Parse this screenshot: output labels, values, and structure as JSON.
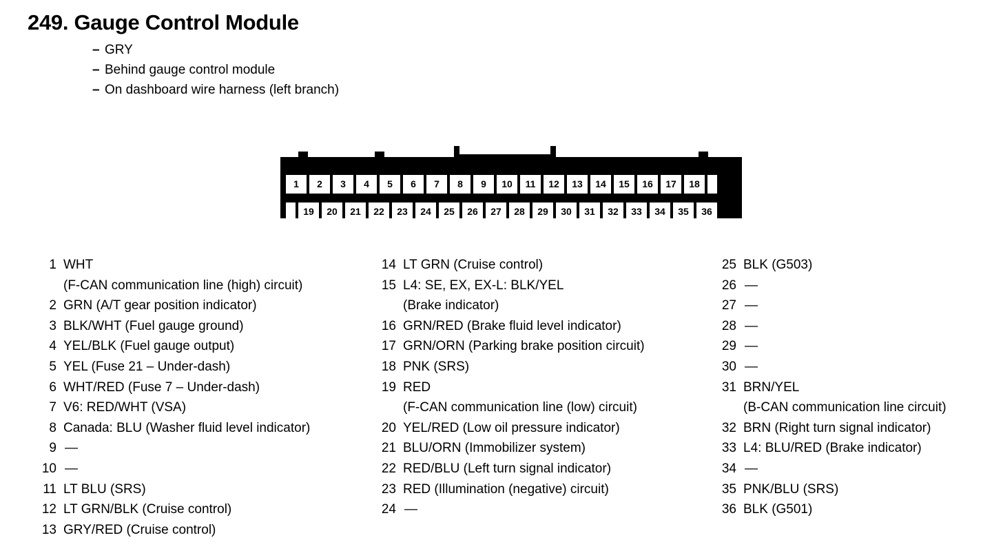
{
  "header": {
    "title": "249. Gauge Control Module",
    "dash": "–",
    "notes": [
      "GRY",
      "Behind gauge control module",
      "On dashboard wire harness (left branch)"
    ]
  },
  "connector": {
    "name": "36-pin connector",
    "top_row": [
      "1",
      "2",
      "3",
      "4",
      "5",
      "6",
      "7",
      "8",
      "9",
      "10",
      "11",
      "12",
      "13",
      "14",
      "15",
      "16",
      "17",
      "18"
    ],
    "bottom_row": [
      "19",
      "20",
      "21",
      "22",
      "23",
      "24",
      "25",
      "26",
      "27",
      "28",
      "29",
      "30",
      "31",
      "32",
      "33",
      "34",
      "35",
      "36"
    ],
    "color": "#000000"
  },
  "legend": {
    "empty_marker": "—",
    "columns": [
      {
        "entries": [
          {
            "num": "1",
            "text": "WHT",
            "cont": "(F-CAN communication line (high) circuit)"
          },
          {
            "num": "2",
            "text": "GRN (A/T gear position indicator)"
          },
          {
            "num": "3",
            "text": "BLK/WHT (Fuel gauge ground)"
          },
          {
            "num": "4",
            "text": "YEL/BLK (Fuel gauge output)"
          },
          {
            "num": "5",
            "text": "YEL (Fuse 21 – Under-dash)"
          },
          {
            "num": "6",
            "text": "WHT/RED (Fuse 7 – Under-dash)"
          },
          {
            "num": "7",
            "text": "V6: RED/WHT (VSA)"
          },
          {
            "num": "8",
            "text": "Canada: BLU (Washer fluid level indicator)"
          },
          {
            "num": "9",
            "text": "—"
          },
          {
            "num": "10",
            "text": "—"
          },
          {
            "num": "11",
            "text": "LT BLU (SRS)"
          },
          {
            "num": "12",
            "text": "LT GRN/BLK (Cruise control)"
          },
          {
            "num": "13",
            "text": "GRY/RED (Cruise control)"
          }
        ]
      },
      {
        "entries": [
          {
            "num": "14",
            "text": "LT GRN (Cruise control)"
          },
          {
            "num": "15",
            "text": "L4: SE, EX, EX-L: BLK/YEL",
            "cont": "(Brake indicator)"
          },
          {
            "num": "16",
            "text": "GRN/RED (Brake fluid level indicator)"
          },
          {
            "num": "17",
            "text": "GRN/ORN (Parking brake position circuit)"
          },
          {
            "num": "18",
            "text": "PNK (SRS)"
          },
          {
            "num": "19",
            "text": "RED",
            "cont": "(F-CAN communication line (low) circuit)"
          },
          {
            "num": "20",
            "text": "YEL/RED (Low oil pressure indicator)"
          },
          {
            "num": "21",
            "text": "BLU/ORN (Immobilizer system)"
          },
          {
            "num": "22",
            "text": "RED/BLU (Left turn signal indicator)"
          },
          {
            "num": "23",
            "text": "RED (Illumination (negative) circuit)"
          },
          {
            "num": "24",
            "text": "—"
          }
        ]
      },
      {
        "entries": [
          {
            "num": "25",
            "text": "BLK (G503)"
          },
          {
            "num": "26",
            "text": "—"
          },
          {
            "num": "27",
            "text": "—"
          },
          {
            "num": "28",
            "text": "—"
          },
          {
            "num": "29",
            "text": "—"
          },
          {
            "num": "30",
            "text": "—"
          },
          {
            "num": "31",
            "text": "BRN/YEL",
            "cont": "(B-CAN communication line circuit)"
          },
          {
            "num": "32",
            "text": "BRN (Right turn signal indicator)"
          },
          {
            "num": "33",
            "text": "L4: BLU/RED (Brake indicator)"
          },
          {
            "num": "34",
            "text": "—"
          },
          {
            "num": "35",
            "text": "PNK/BLU (SRS)"
          },
          {
            "num": "36",
            "text": "BLK (G501)"
          }
        ]
      }
    ]
  }
}
